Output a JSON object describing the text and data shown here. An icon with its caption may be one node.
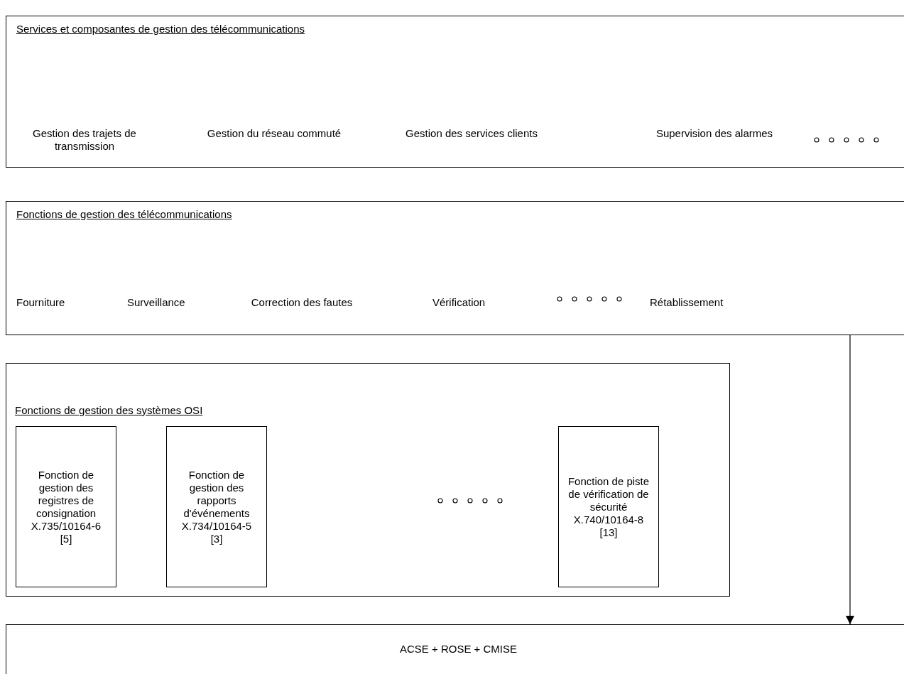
{
  "diagram": {
    "nodes": [
      {
        "text": [
          "Services et composantes de gestion des télécommunications",
          "Gestion des trajets de transmission",
          "Gestion du réseau commuté",
          "Gestion des services clients",
          "Supervision des alarmes"
        ]
      },
      {
        "text": [
          "Fonctions de gestion des télécommunications",
          "Fourniture",
          "Surveillance",
          "Correction des fautes",
          "Vérification",
          "Rétablissement"
        ]
      },
      {
        "text": [
          "Fonctions de gestion des systèmes OSI"
        ]
      },
      {
        "text": [
          "Fonction de gestion des registres de consignation",
          "X.735/10164-6",
          "[5]"
        ],
        "in": 2
      },
      {
        "text": [
          "Fonction de gestion des rapports d'événements",
          "X.734/10164-5",
          "[3]"
        ],
        "in": 2
      },
      {
        "text": [
          "Fonction de piste de vérification de sécurité",
          "X.740/10164-8",
          "[13]"
        ],
        "in": 2
      },
      {
        "text": [
          "ACSE + ROSE + CMISE"
        ]
      }
    ],
    "edges": [
      {
        "from": 1,
        "to": 6,
        "arrow": "to"
      }
    ]
  }
}
